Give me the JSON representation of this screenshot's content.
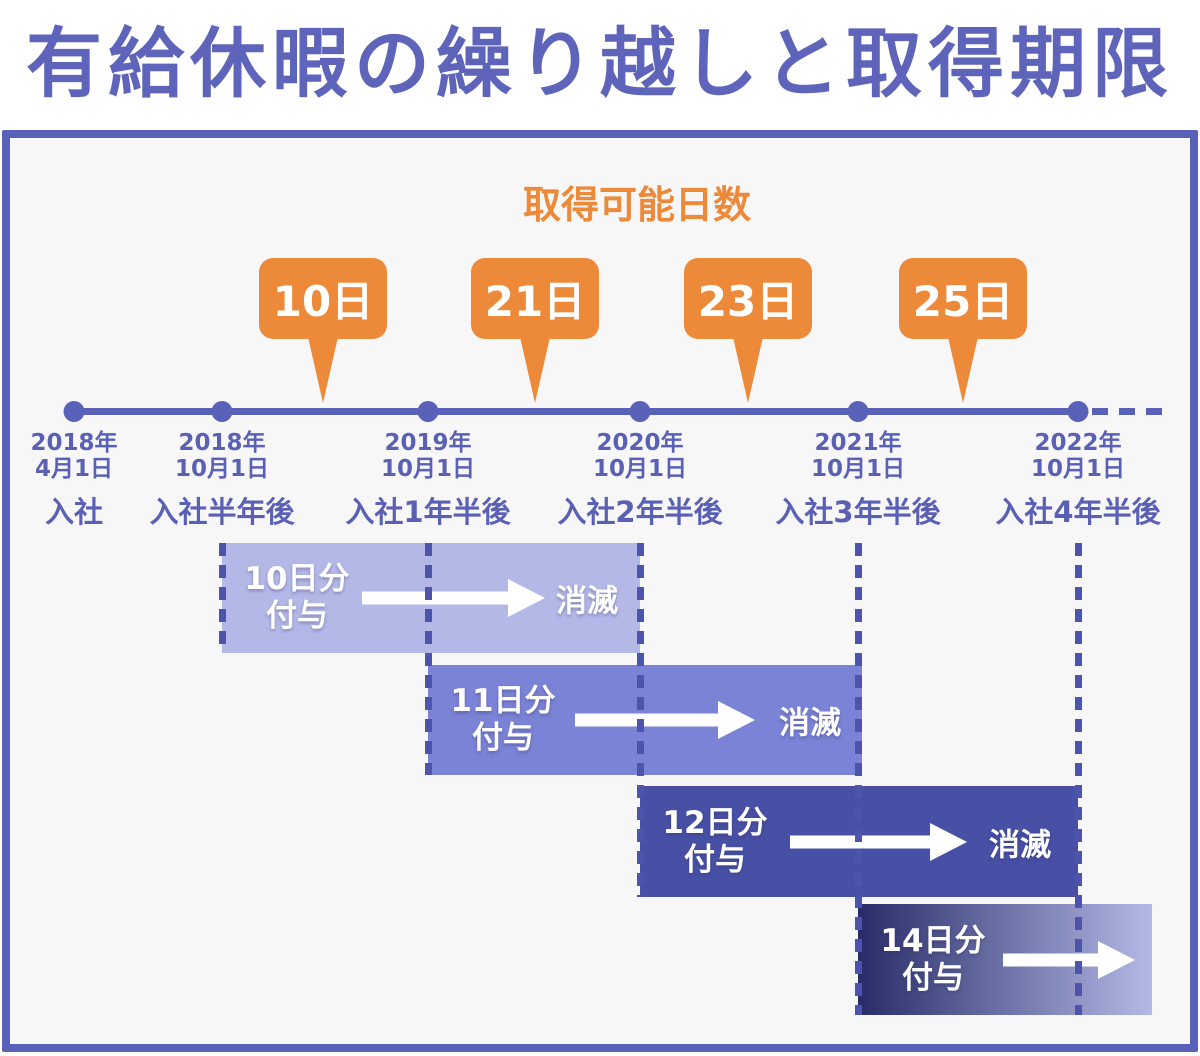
{
  "title": "有給休暇の繰り越しと取得期限",
  "colors": {
    "title": "#5E64BA",
    "frame": "#5A61B8",
    "panel-bg": "#F7F7F8",
    "accent-orange": "#ED8A3A",
    "text-purple": "#5A61B5",
    "dash": "#4C54AC",
    "bar1": "#B4B8E7",
    "bar2": "#7B83D6",
    "bar3": "#4750A5",
    "bar4-start": "#272C68",
    "bar4-end": "#B4B9E6"
  },
  "header": {
    "available_days_label": "取得可能日数"
  },
  "callouts": [
    {
      "label": "10日"
    },
    {
      "label": "21日"
    },
    {
      "label": "23日"
    },
    {
      "label": "25日"
    }
  ],
  "milestones": [
    {
      "date_line1": "2018年",
      "date_line2": "4月1日",
      "label": "入社"
    },
    {
      "date_line1": "2018年",
      "date_line2": "10月1日",
      "label": "入社半年後"
    },
    {
      "date_line1": "2019年",
      "date_line2": "10月1日",
      "label": "入社1年半後"
    },
    {
      "date_line1": "2020年",
      "date_line2": "10月1日",
      "label": "入社2年半後"
    },
    {
      "date_line1": "2021年",
      "date_line2": "10月1日",
      "label": "入社3年半後"
    },
    {
      "date_line1": "2022年",
      "date_line2": "10月1日",
      "label": "入社4年半後"
    }
  ],
  "bars": [
    {
      "grant_line1": "10日分",
      "grant_line2": "付与",
      "expire_label": "消滅"
    },
    {
      "grant_line1": "11日分",
      "grant_line2": "付与",
      "expire_label": "消滅"
    },
    {
      "grant_line1": "12日分",
      "grant_line2": "付与",
      "expire_label": "消滅"
    },
    {
      "grant_line1": "14日分",
      "grant_line2": "付与"
    }
  ]
}
